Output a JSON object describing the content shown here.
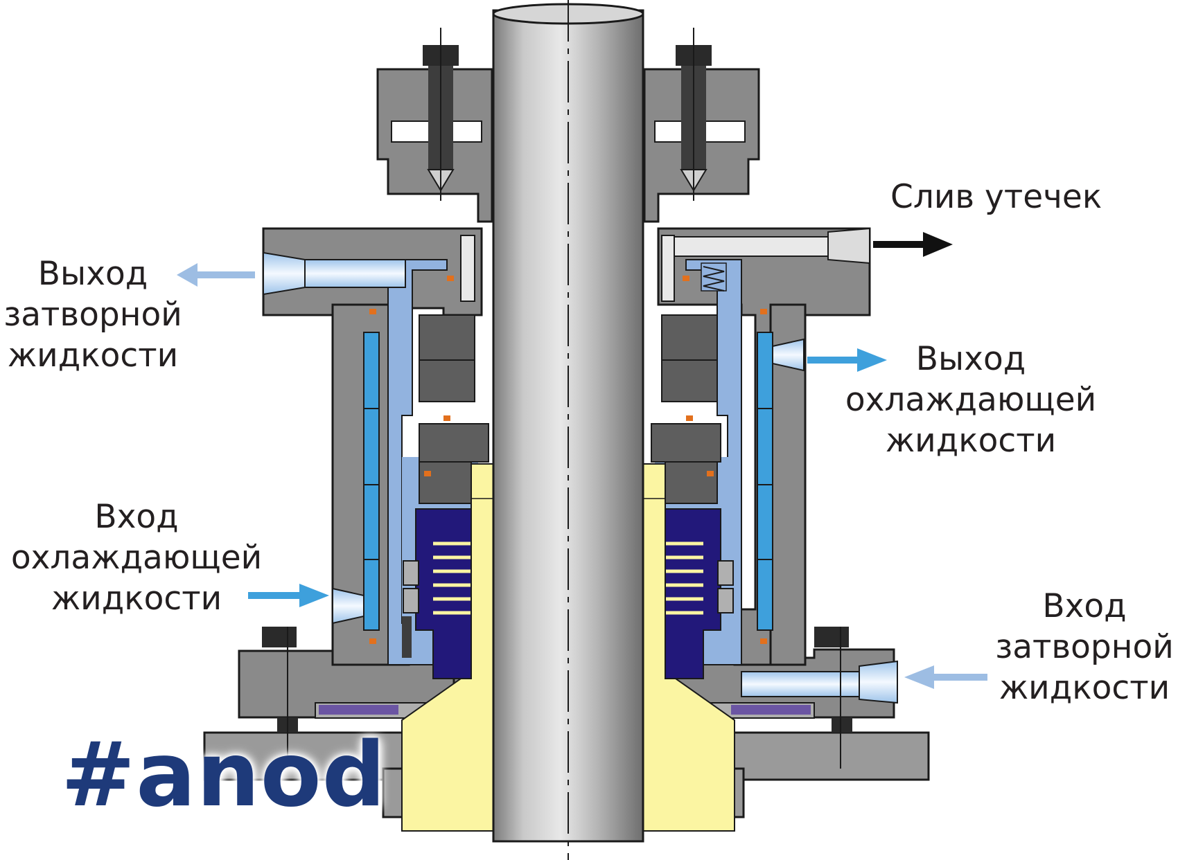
{
  "labels": {
    "leak_drain": [
      "Слив утечек"
    ],
    "barrier_outlet": [
      "Выход",
      "затворной",
      "жидкости"
    ],
    "coolant_outlet": [
      "Выход",
      "охлаждающей",
      "жидкости"
    ],
    "coolant_inlet": [
      "Вход",
      "охлаждающей",
      "жидкости"
    ],
    "barrier_inlet": [
      "Вход",
      "затворной",
      "жидкости"
    ]
  },
  "watermark": "#anod",
  "colors": {
    "housing_gray": "#8a8a8a",
    "dark_gray": "#5e5e5e",
    "shaft": "#bfbfbf",
    "coolant_blue": "#3ea0dc",
    "chamber_light_blue": "#92b3df",
    "barrier_arrow": "#9dbde3",
    "seal_yellow": "#fbf5a2",
    "bellows_navy": "#22187a",
    "oring_orange": "#e2701d",
    "drain_arrow": "#111111",
    "text": "#231f20",
    "watermark": "#1e3a7a"
  }
}
